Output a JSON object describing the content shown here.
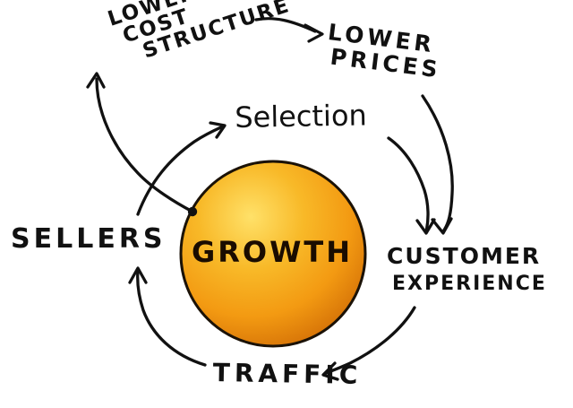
{
  "diagram": {
    "center": {
      "label": "GROWTH",
      "color": "#f39a12"
    },
    "nodes": {
      "lower_cost_structure": [
        "LOWER",
        "COST",
        "STRUCTURE"
      ],
      "lower_prices": [
        "LOWER",
        "PRICES"
      ],
      "selection": "Selection",
      "sellers": "SELLERS",
      "customer_experience": [
        "CUSTOMER",
        "EXPERIENCE"
      ],
      "traffic": "TRAFFIC"
    },
    "edges": [
      {
        "from": "lower_cost_structure",
        "to": "lower_prices"
      },
      {
        "from": "lower_prices",
        "to": "customer_experience"
      },
      {
        "from": "selection",
        "to": "customer_experience"
      },
      {
        "from": "customer_experience",
        "to": "traffic"
      },
      {
        "from": "traffic",
        "to": "sellers"
      },
      {
        "from": "sellers",
        "to": "selection"
      },
      {
        "from": "growth",
        "to": "lower_cost_structure"
      }
    ],
    "ink_color": "#111111"
  }
}
